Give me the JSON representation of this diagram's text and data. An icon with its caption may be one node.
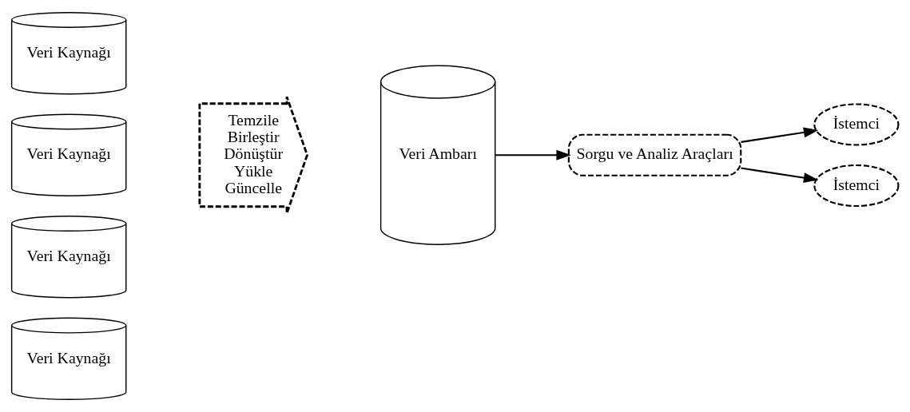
{
  "diagram": {
    "nodes": [
      {
        "text": [
          "Veri Kaynağı"
        ]
      },
      {
        "text": [
          "Veri Kaynağı"
        ]
      },
      {
        "text": [
          "Veri Kaynağı"
        ]
      },
      {
        "text": [
          "Veri Kaynağı"
        ]
      },
      {
        "text": [
          "Temzile",
          "Birleştir",
          "Dönüştür",
          "Yükle",
          "Güncelle"
        ]
      },
      {
        "text": [
          "Veri Ambarı"
        ]
      },
      {
        "text": [
          "Sorgu ve Analiz Araçları"
        ]
      },
      {
        "text": [
          "İstemci"
        ]
      },
      {
        "text": [
          "İstemci"
        ]
      }
    ],
    "edges": [
      {
        "from": 5,
        "to": 6,
        "arrow": "to"
      },
      {
        "from": 6,
        "to": 7,
        "arrow": "to"
      },
      {
        "from": 6,
        "to": 8,
        "arrow": "to"
      }
    ]
  }
}
